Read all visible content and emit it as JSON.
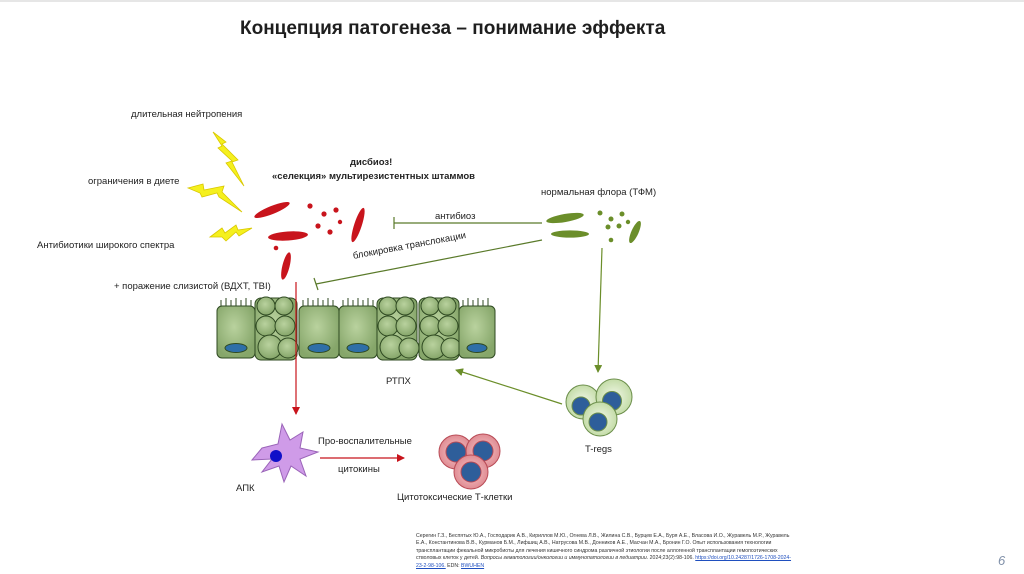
{
  "title": "Концепция патогенеза – понимание эффекта",
  "labels": {
    "neutropenia": "длительная нейтропения",
    "diet": "ограничения в диете",
    "antibiotics": "Антибиотики широкого спектра",
    "mucosa": "+ поражение слизистой (ВДХТ, TBI)",
    "dysbiosis_line1": "дисбиоз!",
    "dysbiosis_line2": "«селекция» мультирезистентных штаммов",
    "normal_flora": "нормальная флора (ТФМ)",
    "antibiosis": "антибиоз",
    "translocation_block": "блокировка транслокации",
    "rtph": "РТПХ",
    "tregs": "T-regs",
    "apc": "АПК",
    "cytokines_line1": "Про-воспалительные",
    "cytokines_line2": "цитокины",
    "cytotoxic": "Цитотоксические Т-клетки"
  },
  "citation": {
    "authors": "Серегин Г.З., Беспятых Ю.А., Господарик А.В., Кириллов М.Ю., Огнева Л.В., Жилина С.В., Бурцев Е.А., Буря А.Е., Власова И.О., Журавель М.Р., Журавель Е.А., Константинова В.В., Курманов Б.М., Лифшиц А.В., Натрусова М.В., Донников А.Е., Масчан М.А., Бронин Г.О. Опыт использования технологии трансплантации фекальной микробиоты для лечения кишечного синдрома различной этиологии после аллогенной трансплантации гемопоэтических стволовых клеток у детей.",
    "journal": "Вопросы гематологии/онкологии и иммунопатологии в педиатрии.",
    "details": "2024;23(2):98-106.",
    "doi": "https://doi.org/10.24287/1726-1708-2024-23-2-98-106.",
    "edn_prefix": "EDN:",
    "edn": "BWUHEN"
  },
  "slide_number": "6",
  "colors": {
    "pathogen_red": "#c8141c",
    "flora_green": "#6b8e2a",
    "lightning_yellow": "#f5f01e",
    "cell_green": "#9dbb80",
    "cell_outline": "#2f4a22",
    "nucleus_blue": "#2e6fa8",
    "apc_purple": "#cf9be8",
    "cytotoxic_pink": "#e9a0a6",
    "treg_fill": "#dcecc8",
    "arrow_gray": "#555555"
  }
}
